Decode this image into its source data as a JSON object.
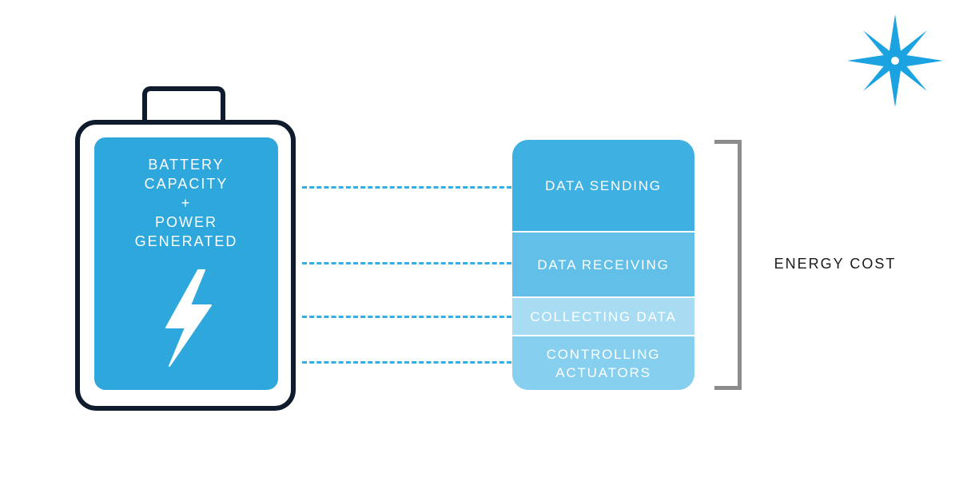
{
  "battery": {
    "lines": [
      "BATTERY",
      "CAPACITY",
      "+",
      "POWER",
      "GENERATED"
    ]
  },
  "stack": {
    "segments": [
      {
        "lines": [
          "DATA SENDING"
        ]
      },
      {
        "lines": [
          "DATA RECEIVING"
        ]
      },
      {
        "lines": [
          "COLLECTING DATA"
        ]
      },
      {
        "lines": [
          "CONTROLLING",
          "ACTUATORS"
        ]
      }
    ]
  },
  "bracket": {
    "label": "ENERGY COST"
  },
  "colors": {
    "battery_fill": "#2ea7dd",
    "battery_outline": "#0f1c2e",
    "logo": "#1aa3e0",
    "connector": "#35aee3",
    "bracket": "#8c8c8c"
  },
  "icons": {
    "logo": "star-burst-icon",
    "battery_symbol": "lightning-bolt-icon"
  }
}
